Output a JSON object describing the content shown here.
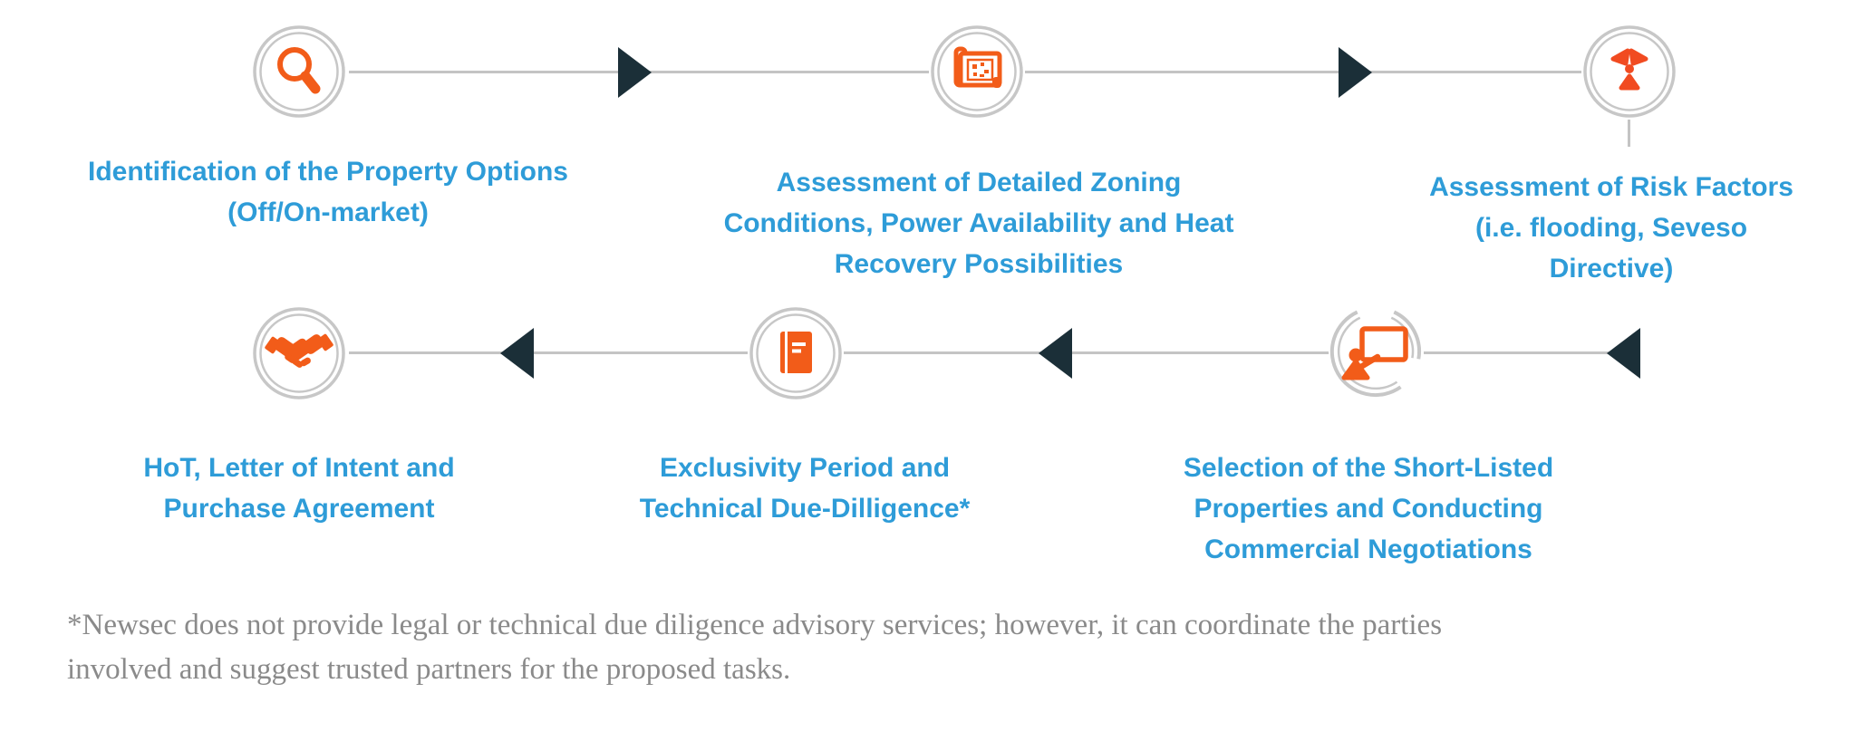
{
  "colors": {
    "icon_orange": "#f25c19",
    "radiation_orange": "#f14b21",
    "label_blue": "#2e9cd8",
    "connector_gray": "#c4c4c4",
    "ring_gray": "#c7c7c7",
    "arrow_dark": "#1b2f38",
    "footnote_gray": "#8a8a8a"
  },
  "process": {
    "row1": [
      {
        "icon": "magnifier-icon",
        "label": "Identification of the Property Options (Off/On-market)",
        "lines": [
          "Identification of the Property Options",
          "(Off/On-market)"
        ]
      },
      {
        "icon": "blueprint-icon",
        "label": "Assessment of Detailed Zoning Conditions, Power Availability and Heat Recovery Possibilities",
        "lines": [
          "Assessment of Detailed Zoning",
          "Conditions, Power Availability and Heat",
          "Recovery Possibilities"
        ]
      },
      {
        "icon": "radiation-icon",
        "label": "Assessment of Risk Factors (i.e. flooding, Seveso Directive)",
        "lines": [
          "Assessment of Risk Factors",
          "(i.e. flooding, Seveso",
          "Directive)"
        ]
      }
    ],
    "row2": [
      {
        "icon": "handshake-icon",
        "label": "HoT, Letter of Intent and Purchase Agreement",
        "lines": [
          "HoT, Letter of Intent and",
          "Purchase Agreement"
        ]
      },
      {
        "icon": "book-icon",
        "label": "Exclusivity Period and Technical Due-Dilligence*",
        "lines": [
          "Exclusivity Period and",
          "Technical Due-Dilligence*"
        ]
      },
      {
        "icon": "presentation-icon",
        "label": "Selection of the Short-Listed Properties and Conducting Commercial Negotiations",
        "lines": [
          "Selection of the Short-Listed",
          "Properties and Conducting",
          "Commercial Negotiations"
        ]
      }
    ]
  },
  "footnote": {
    "text": "*Newsec does not provide legal or technical due diligence advisory services; however, it can coordinate the parties involved and suggest trusted partners for the proposed tasks.",
    "lines": [
      "*Newsec does not provide legal or technical due diligence advisory services; however, it can coordinate the parties",
      "involved and suggest trusted partners for the proposed tasks."
    ]
  }
}
